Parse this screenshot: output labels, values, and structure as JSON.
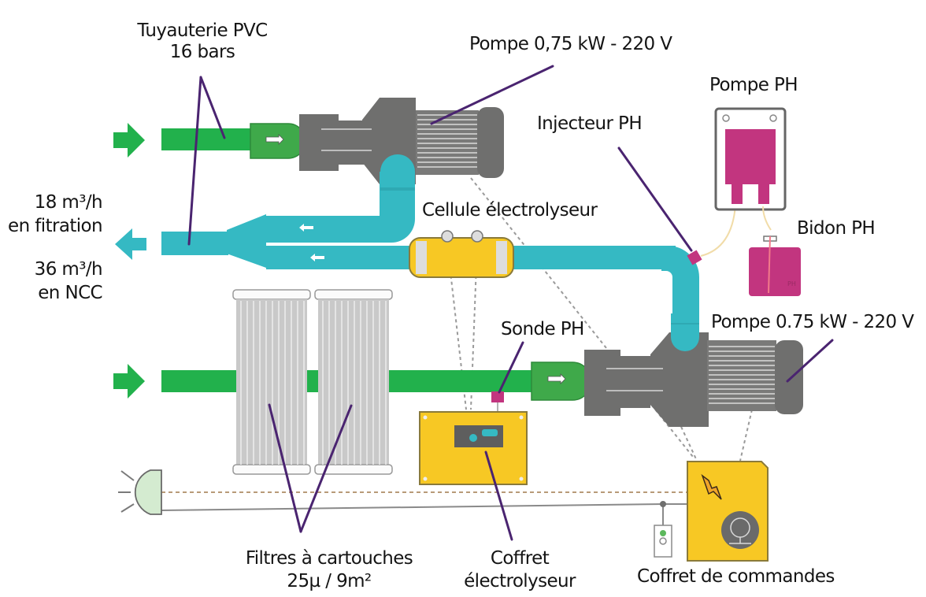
{
  "title": "Schéma installation filtration piscine avec électrolyseur",
  "labels": {
    "pipe": {
      "line1": "Tuyauterie PVC",
      "line2": "16 bars"
    },
    "pump_top": "Pompe 0,75 kW - 220 V",
    "injector": "Injecteur PH",
    "ph_pump": "Pompe PH",
    "ph_tank": "Bidon PH",
    "cell": "Cellule électrolyseur",
    "flow1": {
      "line1": "18 m³/h",
      "line2": "en fitration"
    },
    "flow2": {
      "line1": "36 m³/h",
      "line2": "en NCC"
    },
    "probe": "Sonde PH",
    "pump_bottom": "Pompe 0.75 kW - 220 V",
    "filters": {
      "line1": "Filtres à cartouches",
      "line2": "25µ / 9m²"
    },
    "electro_box": {
      "line1": "Coffret",
      "line2": "électrolyseur"
    },
    "control_box": "Coffret de commandes",
    "tank_mark": "PH"
  },
  "icons": {
    "inlet_top": "arrow-right-icon",
    "inlet_bottom": "arrow-right-icon",
    "outlet": "arrow-left-icon",
    "control_box_symbol": "lightning-icon",
    "lamp": "pool-light-icon",
    "switch": "switch-icon"
  },
  "colors": {
    "suction_pipe": "#22b14c",
    "return_pipe": "#35b9c3",
    "pump_body": "#6f6f6e",
    "electrolyser": "#f7c824",
    "ph_equipment": "#c2357f",
    "leader_lines": "#4a2470"
  }
}
